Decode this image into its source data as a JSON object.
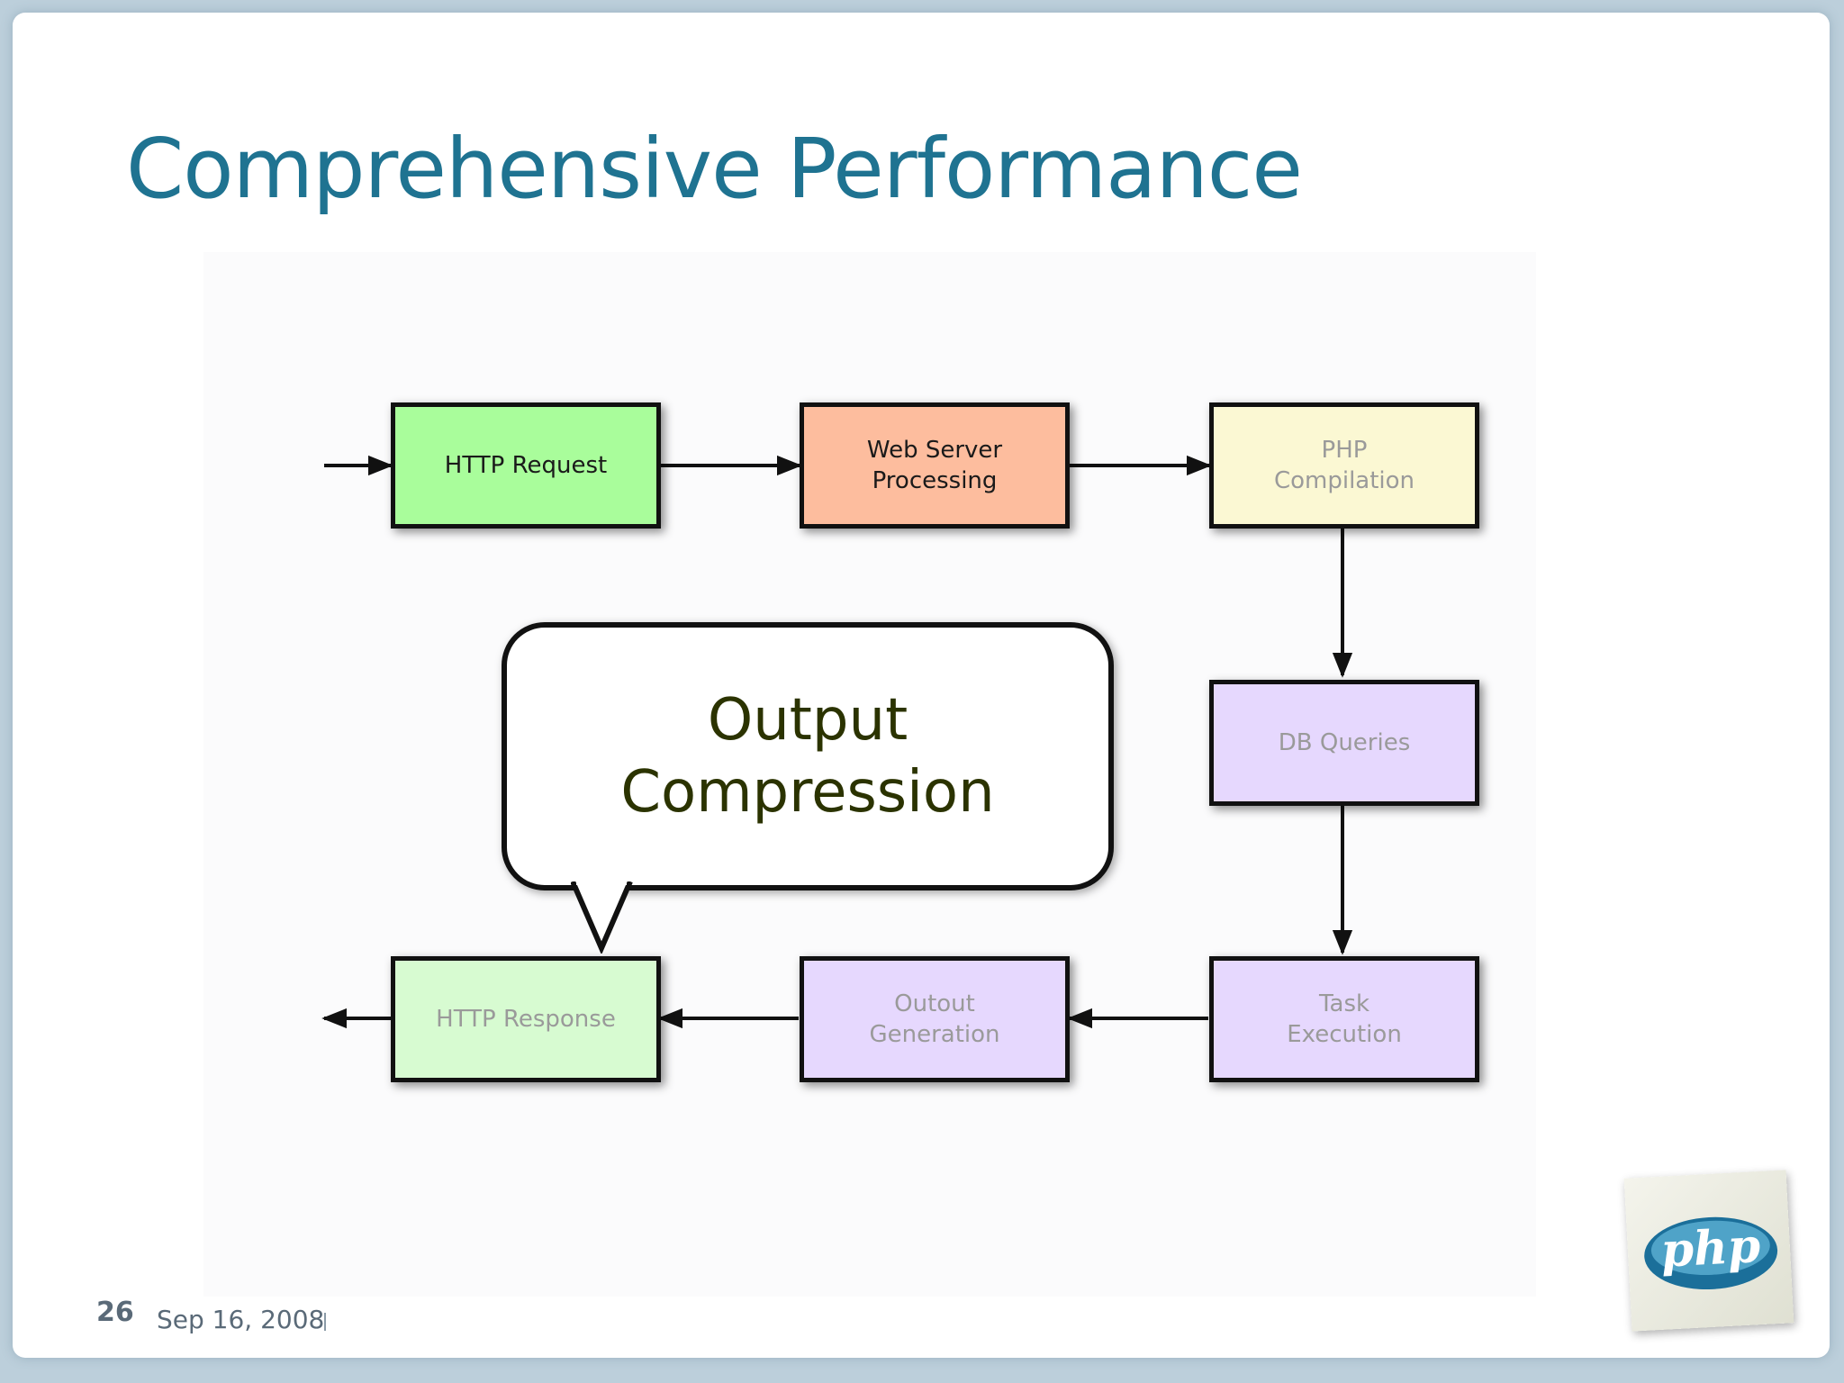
{
  "slide": {
    "title": "Comprehensive Performance",
    "page_number": "26",
    "date": "Sep 16, 2008"
  },
  "diagram": {
    "nodes": {
      "http_request": "HTTP Request",
      "web_server": "Web Server\nProcessing",
      "php_compilation": "PHP\nCompilation",
      "db_queries": "DB Queries",
      "task_execution": "Task\nExecution",
      "output_generation": "Outout\nGeneration",
      "http_response": "HTTP Response"
    },
    "callout": "Output\nCompression"
  },
  "colors": {
    "title": "#1f7391",
    "http_request_fill": "#a9fd9b",
    "web_server_fill": "#fdbd9e",
    "php_compilation_fill": "#fbf8d3",
    "purple_fill": "#e6d8fe",
    "http_response_fill": "#d7fbd1"
  },
  "logo": {
    "icon": "php-logo-icon",
    "text": "php"
  }
}
